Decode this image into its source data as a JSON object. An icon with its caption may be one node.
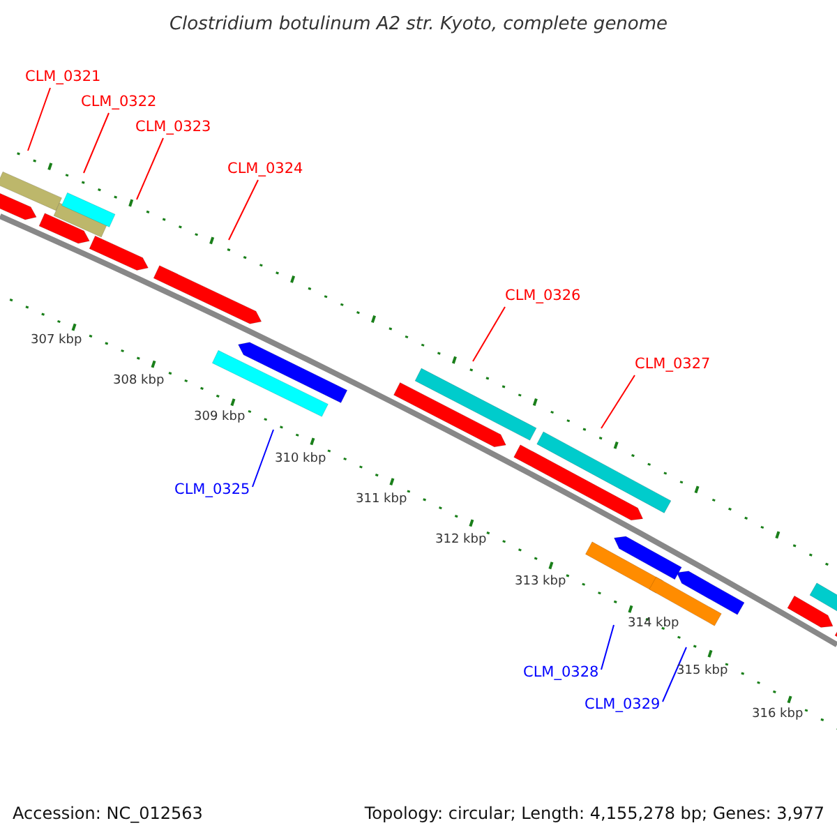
{
  "diagram": {
    "title": "Clostridium botulinum A2 str. Kyoto, complete genome",
    "nodes": [
      {
        "text": [
          "CLM_0321"
        ]
      },
      {
        "text": [
          "CLM_0322"
        ]
      },
      {
        "text": [
          "CLM_0323"
        ]
      },
      {
        "text": [
          "CLM_0324"
        ]
      },
      {
        "text": [
          "CLM_0326"
        ]
      },
      {
        "text": [
          "CLM_0327"
        ]
      },
      {
        "text": [
          "CLM_0325"
        ]
      },
      {
        "text": [
          "CLM_0328"
        ]
      },
      {
        "text": [
          "CLM_0329"
        ]
      }
    ],
    "edges": [
      {
        "from": 0,
        "to": null,
        "arrow": "none"
      },
      {
        "from": 1,
        "to": null,
        "arrow": "none"
      },
      {
        "from": 2,
        "to": null,
        "arrow": "none"
      },
      {
        "from": 3,
        "to": null,
        "arrow": "none"
      },
      {
        "from": 4,
        "to": null,
        "arrow": "none"
      },
      {
        "from": 5,
        "to": null,
        "arrow": "none"
      },
      {
        "from": 6,
        "to": null,
        "arrow": "none",
        "color": "#0000ff"
      },
      {
        "from": 7,
        "to": null,
        "arrow": "none",
        "color": "#0000ff"
      },
      {
        "from": 8,
        "to": null,
        "arrow": "none",
        "color": "#0000ff"
      }
    ],
    "labels": [
      "307 kbp",
      "308 kbp",
      "309 kbp",
      "310 kbp",
      "311 kbp",
      "312 kbp",
      "313 kbp",
      "314 kbp",
      "315 kbp",
      "316 kbp",
      "Accession: NC_012563",
      "Topology: circular; Length: 4,155,278 bp; Genes: 3,977"
    ]
  }
}
